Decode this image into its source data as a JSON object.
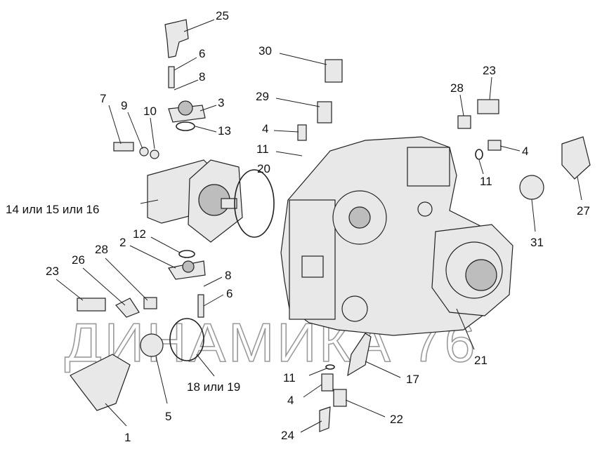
{
  "watermark": "ДИНАМИКА 76",
  "callouts": [
    {
      "id": "c25",
      "text": "25"
    },
    {
      "id": "c6a",
      "text": "6"
    },
    {
      "id": "c8a",
      "text": "8"
    },
    {
      "id": "c3",
      "text": "3"
    },
    {
      "id": "c13",
      "text": "13"
    },
    {
      "id": "c7",
      "text": "7"
    },
    {
      "id": "c9",
      "text": "9"
    },
    {
      "id": "c10",
      "text": "10"
    },
    {
      "id": "c30",
      "text": "30"
    },
    {
      "id": "c29",
      "text": "29"
    },
    {
      "id": "c4a",
      "text": "4"
    },
    {
      "id": "c11a",
      "text": "11"
    },
    {
      "id": "c20",
      "text": "20"
    },
    {
      "id": "c28a",
      "text": "28"
    },
    {
      "id": "c23a",
      "text": "23"
    },
    {
      "id": "c4b",
      "text": "4"
    },
    {
      "id": "c11b",
      "text": "11"
    },
    {
      "id": "c27",
      "text": "27"
    },
    {
      "id": "c31",
      "text": "31"
    },
    {
      "id": "c14",
      "text": "14 или 15 или 16"
    },
    {
      "id": "c12",
      "text": "12"
    },
    {
      "id": "c2",
      "text": "2"
    },
    {
      "id": "c28b",
      "text": "28"
    },
    {
      "id": "c26",
      "text": "26"
    },
    {
      "id": "c23b",
      "text": "23"
    },
    {
      "id": "c8b",
      "text": "8"
    },
    {
      "id": "c6b",
      "text": "6"
    },
    {
      "id": "c21",
      "text": "21"
    },
    {
      "id": "c18",
      "text": "18 или 19"
    },
    {
      "id": "c5",
      "text": "5"
    },
    {
      "id": "c1",
      "text": "1"
    },
    {
      "id": "c11c",
      "text": "11"
    },
    {
      "id": "c17",
      "text": "17"
    },
    {
      "id": "c4c",
      "text": "4"
    },
    {
      "id": "c22",
      "text": "22"
    },
    {
      "id": "c24",
      "text": "24"
    }
  ]
}
